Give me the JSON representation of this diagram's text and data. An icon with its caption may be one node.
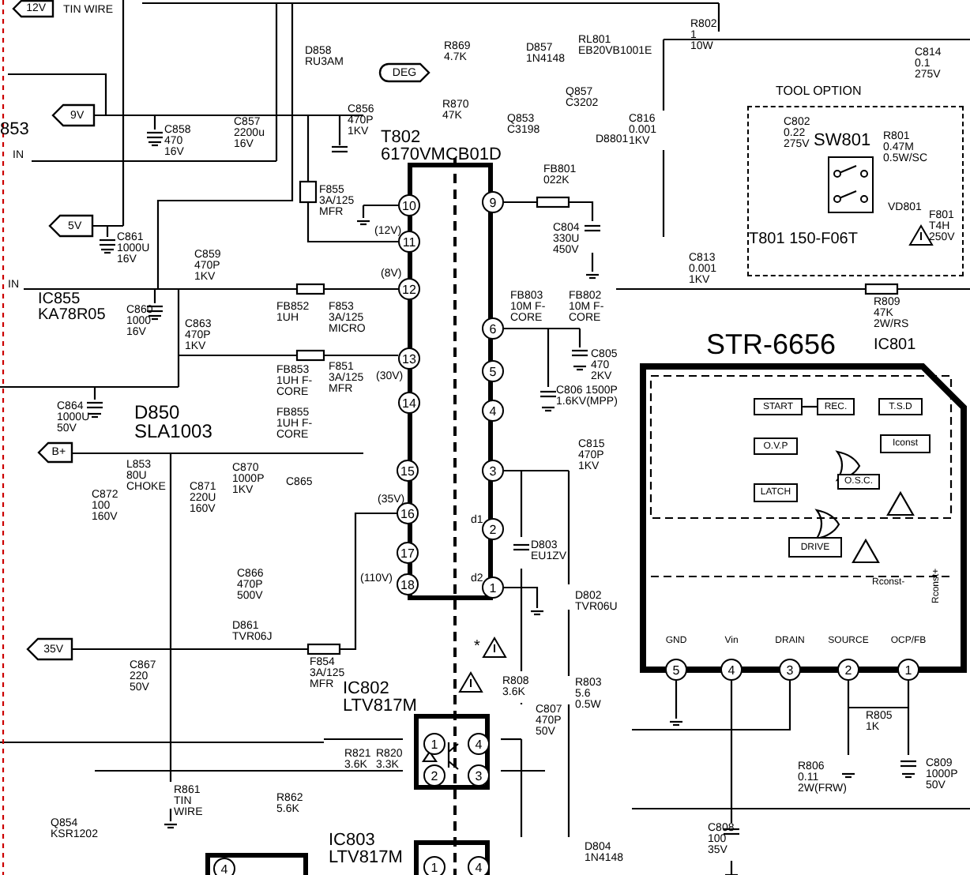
{
  "diagram": {
    "nodes": [
      {
        "text": [
          "12V"
        ]
      },
      {
        "text": [
          "9V"
        ]
      },
      {
        "text": [
          "5V"
        ]
      },
      {
        "text": [
          "DEG"
        ]
      },
      {
        "text": [
          "B+"
        ]
      },
      {
        "text": [
          "35V"
        ]
      },
      {
        "text": [
          "T802 6170VMCB01D"
        ]
      },
      {
        "text": [
          "10"
        ]
      },
      {
        "text": [
          "9"
        ]
      },
      {
        "text": [
          "11"
        ]
      },
      {
        "text": [
          "12"
        ]
      },
      {
        "text": [
          "13"
        ]
      },
      {
        "text": [
          "14"
        ]
      },
      {
        "text": [
          "6"
        ]
      },
      {
        "text": [
          "5"
        ]
      },
      {
        "text": [
          "4"
        ]
      },
      {
        "text": [
          "15"
        ]
      },
      {
        "text": [
          "3"
        ]
      },
      {
        "text": [
          "16"
        ]
      },
      {
        "text": [
          "2"
        ]
      },
      {
        "text": [
          "17"
        ]
      },
      {
        "text": [
          "18"
        ]
      },
      {
        "text": [
          "1"
        ]
      },
      {
        "text": [
          "TOOL OPTION"
        ]
      },
      {
        "text": [
          "SW801"
        ],
        "in": 23
      },
      {
        "text": [
          "STR-6656",
          "IC801"
        ]
      },
      {
        "text": [
          "START"
        ],
        "in": 25
      },
      {
        "text": [
          "REC."
        ],
        "in": 25
      },
      {
        "text": [
          "T.S.D"
        ],
        "in": 25
      },
      {
        "text": [
          "O.V.P"
        ],
        "in": 25
      },
      {
        "text": [
          "Iconst"
        ],
        "in": 25
      },
      {
        "text": [
          "LATCH"
        ],
        "in": 25
      },
      {
        "text": [
          "O.S.C."
        ],
        "in": 25
      },
      {
        "text": [
          "DRIVE"
        ],
        "in": 25
      },
      {
        "text": [
          "5"
        ],
        "beside": [
          "GND"
        ]
      },
      {
        "text": [
          "4"
        ],
        "beside": [
          "Vin"
        ]
      },
      {
        "text": [
          "3"
        ],
        "beside": [
          "DRAIN"
        ]
      },
      {
        "text": [
          "2"
        ],
        "beside": [
          "SOURCE"
        ]
      },
      {
        "text": [
          "1"
        ],
        "beside": [
          "OCP/FB"
        ]
      },
      {
        "text": [
          "IC802 LTV817M"
        ]
      },
      {
        "text": [
          "1"
        ],
        "in": 39
      },
      {
        "text": [
          "4"
        ],
        "in": 39
      },
      {
        "text": [
          "2"
        ],
        "in": 39
      },
      {
        "text": [
          "3"
        ],
        "in": 39
      },
      {
        "text": [
          "IC803 LTV817M"
        ]
      },
      {
        "text": [
          "1"
        ],
        "in": 44
      },
      {
        "text": [
          "4"
        ],
        "in": 44
      },
      {
        "text": [],
        "shape": "box"
      },
      {
        "text": [
          "4"
        ],
        "in": 47
      }
    ],
    "edges": [
      {
        "from": 26,
        "to": 27,
        "arrow": "none"
      }
    ],
    "labels": [
      "TIN WIRE",
      "D858 RU3AM",
      "R869 4.7K",
      "D857 1N4148",
      "RL801 EB20VB1001E",
      "R802 1 10W",
      "C814 0.1 275V",
      "853",
      "IN",
      "C858 470 16V",
      "C857 2200u 16V",
      "C856 470P 1KV",
      "R870 47K",
      "Q853 C3198",
      "Q857 C3202",
      "D8801",
      "C816 0.001 1KV",
      "C802 0.22 275V",
      "R801 0.47M 0.5W/SC",
      "C861 1000U 16V",
      "C859 470P 1KV",
      "F855 3A/125 MFR",
      "(12V)",
      "(8V)",
      "FB801 022K",
      "C804 330U 450V",
      "C813 0.001 1KV",
      "T801 150-F06T",
      "VD801",
      "F801 T4H 250V",
      "IN",
      "IC855 KA78R05",
      "C860 1000 16V",
      "C863 470P 1KV",
      "FB852 1UH",
      "F853 3A/125 MICRO",
      "FB803 10M F-CORE",
      "FB802 10M F-CORE",
      "R809 47K 2W/RS",
      "C864 1000U 50V",
      "D850 SLA1003",
      "FB853 1UH F-CORE",
      "FB855 1UH F-CORE",
      "F851 3A/125 MFR",
      "(30V)",
      "C806 1500P 1.6KV(MPP)",
      "C805 470 2KV",
      "C872 100 160V",
      "L853 80U CHOKE",
      "C871 220U 160V",
      "C870 1000P 1KV",
      "C865",
      "(35V)",
      "C815 470P 1KV",
      "C866 470P 500V",
      "(110V)",
      "d1",
      "d2",
      "D803 EU1ZV",
      "D802 TVR06U",
      "Rconst-",
      "Rconst+",
      "C867 220 50V",
      "D861 TVR06J",
      "F854 3A/125 MFR",
      "*",
      "R808 3.6K",
      "R803 5.6 0.5W",
      "R821 3.6K",
      "R820 3.3K",
      "C807 470P 50V",
      "R806 0.11 2W(FRW)",
      "R805 1K",
      "C809 1000P 50V",
      "Q854 KSR1202",
      "R861 TIN WIRE",
      "R862 5.6K",
      "D804 1N4148",
      "C808 100 35V"
    ]
  }
}
